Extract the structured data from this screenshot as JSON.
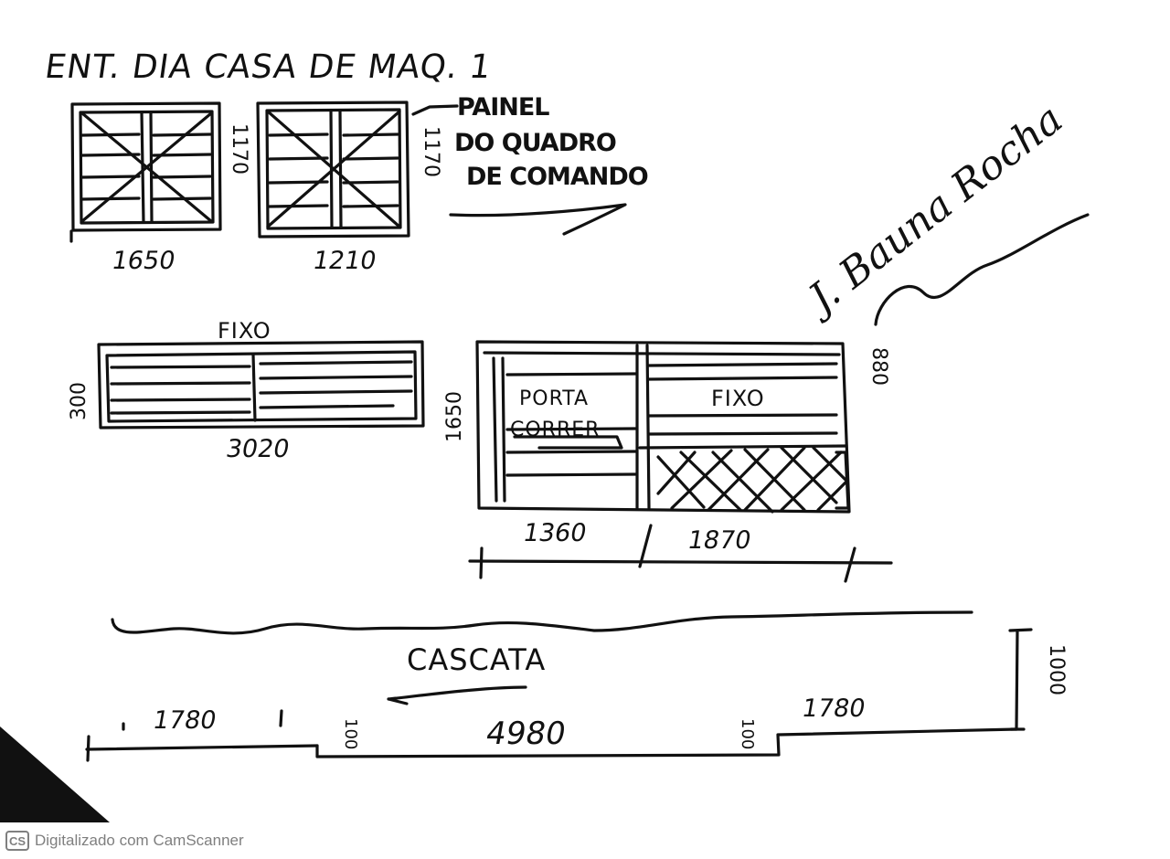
{
  "sheet": {
    "title": "ENT. DIA CASA DE MAQ. 1",
    "panel_note": [
      "PAINEL",
      "DO QUADRO",
      "DE COMANDO"
    ],
    "signature": "J. Bauna Rocha",
    "windows": [
      {
        "width": "1650",
        "height": "1170"
      },
      {
        "width": "1210",
        "height": "1170"
      }
    ],
    "fixed_window": {
      "label": "FIXO",
      "width": "3020",
      "height": "300"
    },
    "door_panel": {
      "left_height": "1650",
      "right_height": "880",
      "door_label_1": "PORTA",
      "door_label_2": "CORRER",
      "fixed_label": "FIXO",
      "width_left": "1360",
      "width_right": "1870"
    },
    "cascade": {
      "label": "CASCATA",
      "dims": [
        "1780",
        "100",
        "4980",
        "100",
        "1780",
        "1000"
      ]
    }
  },
  "footer": {
    "logo": "CS",
    "text": "Digitalizado com CamScanner"
  }
}
